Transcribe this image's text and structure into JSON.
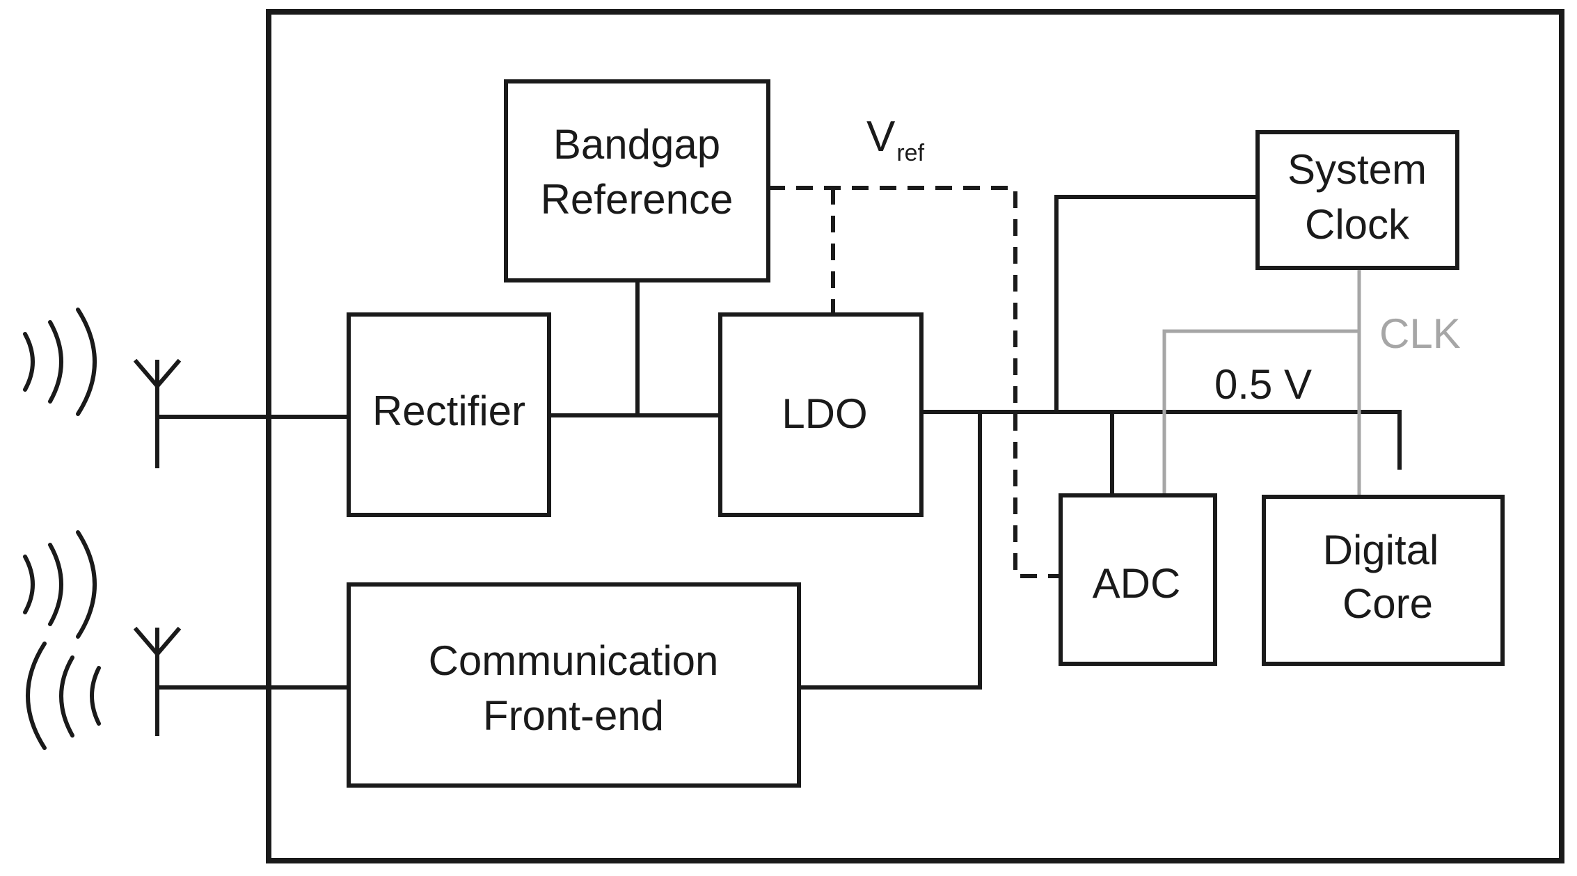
{
  "blocks": {
    "bandgap": {
      "line1": "Bandgap",
      "line2": "Reference"
    },
    "rectifier": {
      "label": "Rectifier"
    },
    "ldo": {
      "label": "LDO"
    },
    "comm": {
      "line1": "Communication",
      "line2": "Front-end"
    },
    "clock": {
      "line1": "System",
      "line2": "Clock"
    },
    "adc": {
      "label": "ADC"
    },
    "digital": {
      "line1": "Digital",
      "line2": "Core"
    }
  },
  "signals": {
    "vref_main": "V",
    "vref_sub": "ref",
    "clk": "CLK",
    "supply": "0.5 V"
  },
  "colors": {
    "line": "#1a1a1a",
    "clock_line": "#a6a6a6"
  }
}
